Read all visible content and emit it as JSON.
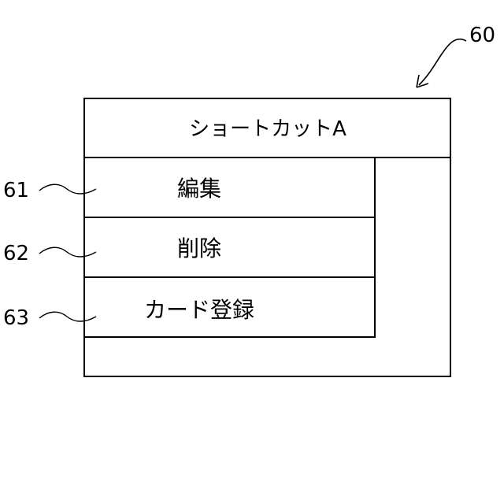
{
  "figure": {
    "ref_main": "60",
    "window": {
      "title": "ショートカットA"
    },
    "menu": {
      "items": [
        {
          "ref": "61",
          "label": "編集"
        },
        {
          "ref": "62",
          "label": "削除"
        },
        {
          "ref": "63",
          "label": "カード登録"
        }
      ]
    }
  }
}
